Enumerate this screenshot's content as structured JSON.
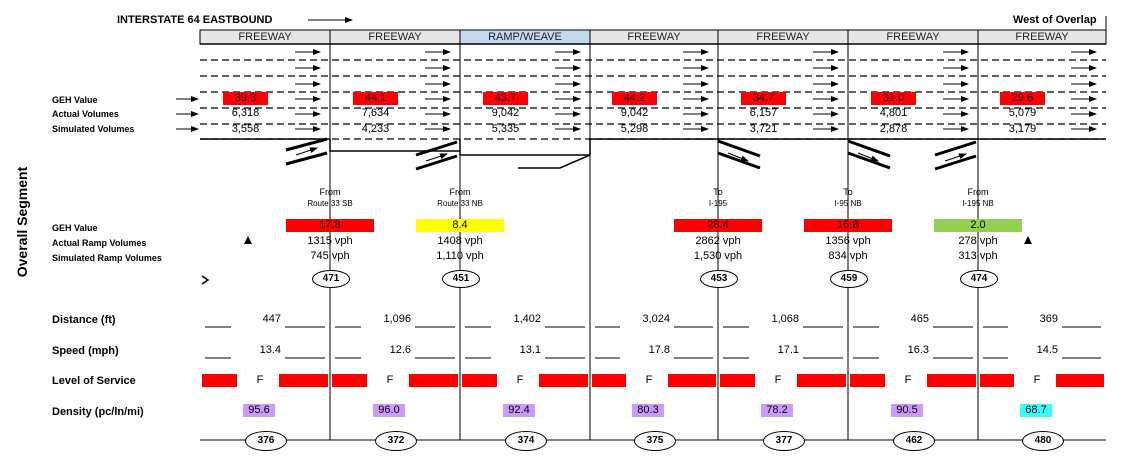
{
  "header": {
    "title": "INTERSTATE 64 EASTBOUND",
    "right": "West of Overlap"
  },
  "side_title": "Overall Segment",
  "segments": [
    {
      "type": "FREEWAY",
      "geh": "39.3",
      "actual": "6,318",
      "sim": "3,558",
      "distance": "447",
      "speed": "13.4",
      "los": "F",
      "density": "95.6",
      "density_color": "#cc99ff",
      "seg_id": "376"
    },
    {
      "type": "FREEWAY",
      "geh": "44.1",
      "actual": "7,634",
      "sim": "4,233",
      "distance": "1,096",
      "speed": "12.6",
      "los": "F",
      "density": "96.0",
      "density_color": "#cc99ff",
      "seg_id": "372"
    },
    {
      "type": "RAMP/WEAVE",
      "geh": "43.7",
      "actual": "9,042",
      "sim": "5,335",
      "distance": "1,402",
      "speed": "13.1",
      "los": "F",
      "density": "92.4",
      "density_color": "#cc99ff",
      "seg_id": "374"
    },
    {
      "type": "FREEWAY",
      "geh": "44.2",
      "actual": "9,042",
      "sim": "5,298",
      "distance": "3,024",
      "speed": "17.8",
      "los": "F",
      "density": "80.3",
      "density_color": "#cc99ff",
      "seg_id": "375"
    },
    {
      "type": "FREEWAY",
      "geh": "34.7",
      "actual": "6,157",
      "sim": "3,721",
      "distance": "1,068",
      "speed": "17.1",
      "los": "F",
      "density": "78.2",
      "density_color": "#cc99ff",
      "seg_id": "377"
    },
    {
      "type": "FREEWAY",
      "geh": "31.0",
      "actual": "4,801",
      "sim": "2,878",
      "distance": "465",
      "speed": "16.3",
      "los": "F",
      "density": "90.5",
      "density_color": "#cc99ff",
      "seg_id": "462"
    },
    {
      "type": "FREEWAY",
      "geh": "29.6",
      "actual": "5,079",
      "sim": "3,179",
      "distance": "369",
      "speed": "14.5",
      "los": "F",
      "density": "68.7",
      "density_color": "#33ffff",
      "seg_id": "480"
    }
  ],
  "row_labels": {
    "geh": "GEH Value",
    "actual": "Actual Volumes",
    "sim": "Simulated Volumes",
    "ramp_geh": "GEH Value",
    "ramp_actual": "Actual Ramp Volumes",
    "ramp_sim": "Simulated Ramp Volumes",
    "distance": "Distance (ft)",
    "speed": "Speed (mph)",
    "los": "Level of Service",
    "density": "Density (pc/ln/mi)"
  },
  "ramps": [
    {
      "dir": "From",
      "name": "Route 33 SB",
      "geh": "17.8",
      "geh_color": "#ff0000",
      "actual": "1315 vph",
      "sim": "745 vph",
      "ramp_id": "471"
    },
    {
      "dir": "From",
      "name": "Route 33 NB",
      "geh": "8.4",
      "geh_color": "#ffff00",
      "actual": "1408 vph",
      "sim": "1,110 vph",
      "ramp_id": "451"
    },
    {
      "dir": "To",
      "name": "I-195",
      "geh": "28.4",
      "geh_color": "#ff0000",
      "actual": "2862 vph",
      "sim": "1,530 vph",
      "ramp_id": "453"
    },
    {
      "dir": "To",
      "name": "I-95 NB",
      "geh": "15.8",
      "geh_color": "#ff0000",
      "actual": "1356 vph",
      "sim": "834 vph",
      "ramp_id": "459"
    },
    {
      "dir": "From",
      "name": "I-195 NB",
      "geh": "2.0",
      "geh_color": "#92d050",
      "actual": "278 vph",
      "sim": "313 vph",
      "ramp_id": "474"
    }
  ],
  "colors": {
    "bad": "#ff0000",
    "ramp_weave_bg": "#c5d9f1",
    "header_bg": "#e6e6e6"
  }
}
